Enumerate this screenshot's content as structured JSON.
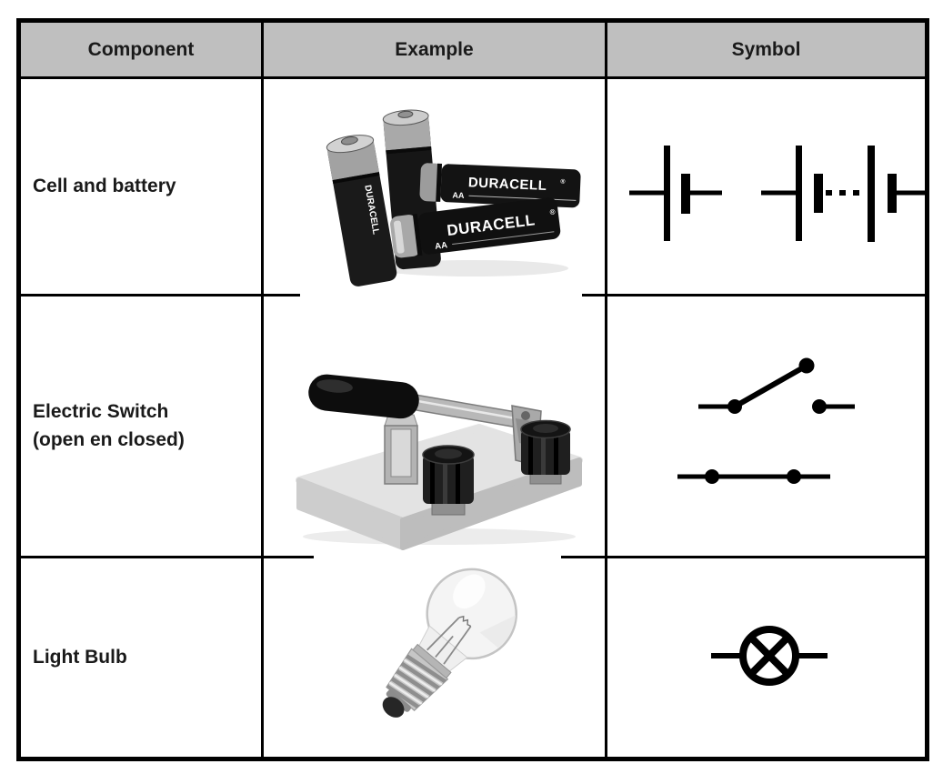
{
  "colors": {
    "page_bg": "#ffffff",
    "header_bg": "#bfbfbf",
    "border": "#000000",
    "text": "#1a1a1a",
    "symbol_ink": "#000000"
  },
  "table": {
    "headers": [
      {
        "label": "Component"
      },
      {
        "label": "Example"
      },
      {
        "label": "Symbol"
      }
    ],
    "rows": [
      {
        "component": "Cell and battery",
        "example_photo": "duracell-aa-batteries-photo",
        "symbols": [
          "cell-symbol",
          "battery-symbol"
        ],
        "photo_text": {
          "brand": "DURACELL",
          "reg": "®",
          "size": "AA"
        }
      },
      {
        "component": "Electric Switch\n(open en closed)",
        "example_photo": "knife-switch-photo",
        "symbols": [
          "switch-open-symbol",
          "switch-closed-symbol"
        ]
      },
      {
        "component": "Light Bulb",
        "example_photo": "incandescent-bulb-photo",
        "symbols": [
          "lamp-symbol"
        ]
      }
    ]
  }
}
